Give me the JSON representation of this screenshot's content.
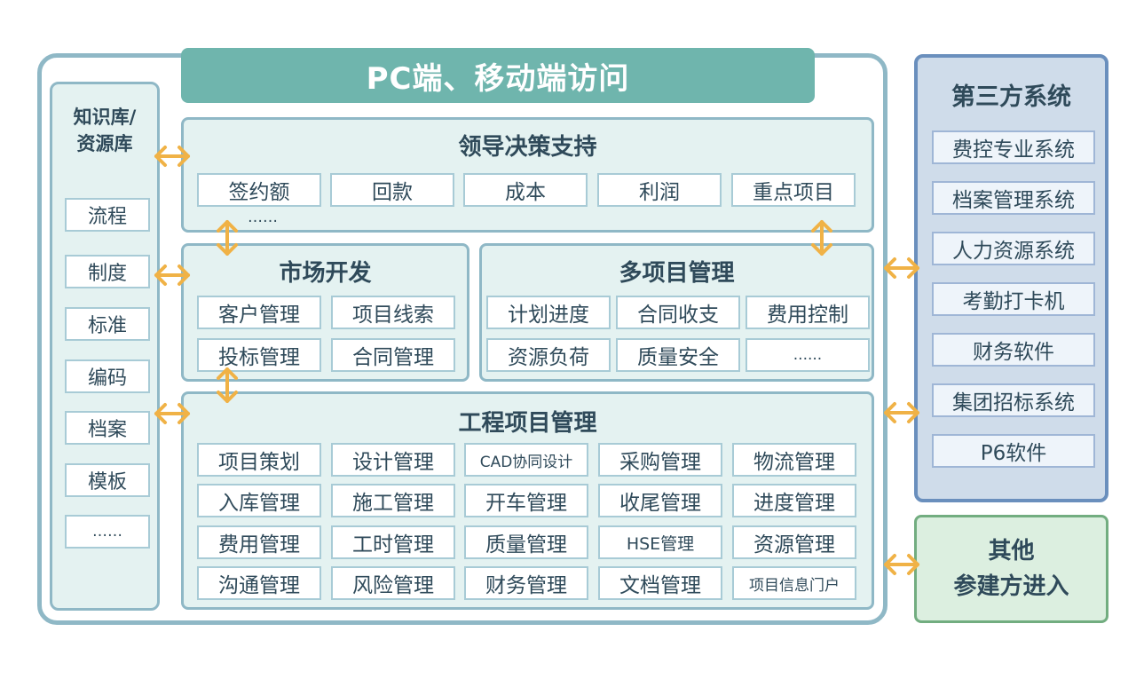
{
  "header": {
    "title": "PC端、移动端访问"
  },
  "knowledge": {
    "title_line1": "知识库/",
    "title_line2": "资源库",
    "items": [
      "流程",
      "制度",
      "标准",
      "编码",
      "档案",
      "模板",
      "……"
    ]
  },
  "leadership": {
    "title": "领导决策支持",
    "items": [
      "签约额",
      "回款",
      "成本",
      "利润",
      "重点项目"
    ],
    "more": "……"
  },
  "market": {
    "title": "市场开发",
    "items": [
      "客户管理",
      "项目线索",
      "投标管理",
      "合同管理"
    ]
  },
  "multi": {
    "title": "多项目管理",
    "items": [
      "计划进度",
      "合同收支",
      "费用控制",
      "资源负荷",
      "质量安全",
      "......"
    ]
  },
  "engineering": {
    "title": "工程项目管理",
    "items": [
      "项目策划",
      "设计管理",
      "CAD协同设计",
      "采购管理",
      "物流管理",
      "入库管理",
      "施工管理",
      "开车管理",
      "收尾管理",
      "进度管理",
      "费用管理",
      "工时管理",
      "质量管理",
      "HSE管理",
      "资源管理",
      "沟通管理",
      "风险管理",
      "财务管理",
      "文档管理",
      "项目信息门户"
    ]
  },
  "third_party": {
    "title": "第三方系统",
    "items": [
      "费控专业系统",
      "档案管理系统",
      "人力资源系统",
      "考勤打卡机",
      "财务软件",
      "集团招标系统",
      "P6软件"
    ]
  },
  "other": {
    "line1": "其他",
    "line2": "参建方进入"
  },
  "colors": {
    "banner": "#6fb5ad",
    "panel_fill": "#e4f2f1",
    "panel_border": "#8fb8c6",
    "third_fill": "#cfdcea",
    "third_border": "#6a8fbd",
    "other_fill": "#dcefe0",
    "other_border": "#72ad80",
    "arrow": "#f0b246"
  },
  "icons": {
    "connector": "double-headed-arrow-icon"
  }
}
